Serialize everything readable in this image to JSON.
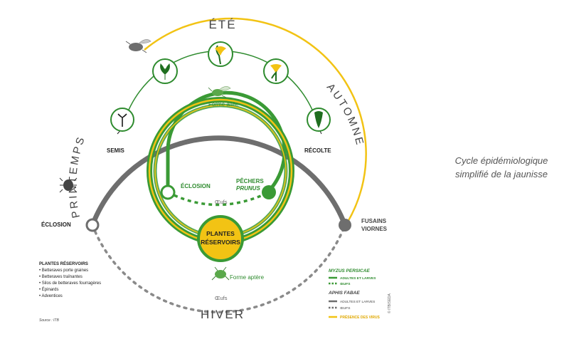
{
  "seasons": {
    "summer": "ÉTÉ",
    "autumn": "AUTOMNE",
    "winter": "HIVER",
    "spring": "PRINTEMPS"
  },
  "stages": {
    "semis": "SEMIS",
    "recolte": "RÉCOLTE",
    "eclosion_outer": "ÉCLOSION",
    "eclosion_inner": "ÉCLOSION",
    "fusains_1": "FUSAINS",
    "fusains_2": "VIORNES",
    "pechers_1": "PÊCHERS",
    "pechers_2": "PRUNUS",
    "reservoir_1": "PLANTES",
    "reservoir_2": "RÉSERVOIRS",
    "forme_ailee": "Forme ailée",
    "forme_aptere": "Forme aptère",
    "oeufs_inner": "Œufs",
    "oeufs_outer": "Œufs"
  },
  "legend_left": {
    "title": "PLANTES RÉSERVOIRS",
    "items": [
      "Betteraves porte graines",
      "Betteraves traînantes",
      "Silos de betteraves fourragères",
      "Épinards",
      "Adventices"
    ],
    "source": "Source : ITB"
  },
  "legend_right": {
    "myzus": "MYZUS PERSICAE",
    "myzus_adults": "ADULTES ET LARVES",
    "myzus_eggs": "ŒUFS",
    "aphis": "APHIS FABAE",
    "aphis_adults": "ADULTES ET LARVES",
    "aphis_eggs": "ŒUFS",
    "virus": "PRÉSENCE DES VIRUS"
  },
  "credit": "© ITB/SEDA",
  "caption": {
    "line1": "Cycle épidémiologique",
    "line2": "simplifié de la jaunisse"
  },
  "colors": {
    "green": "#3a9a35",
    "light_green": "#72b84a",
    "yellow": "#f2c314",
    "gray": "#6e6e6e",
    "dark": "#222222"
  }
}
